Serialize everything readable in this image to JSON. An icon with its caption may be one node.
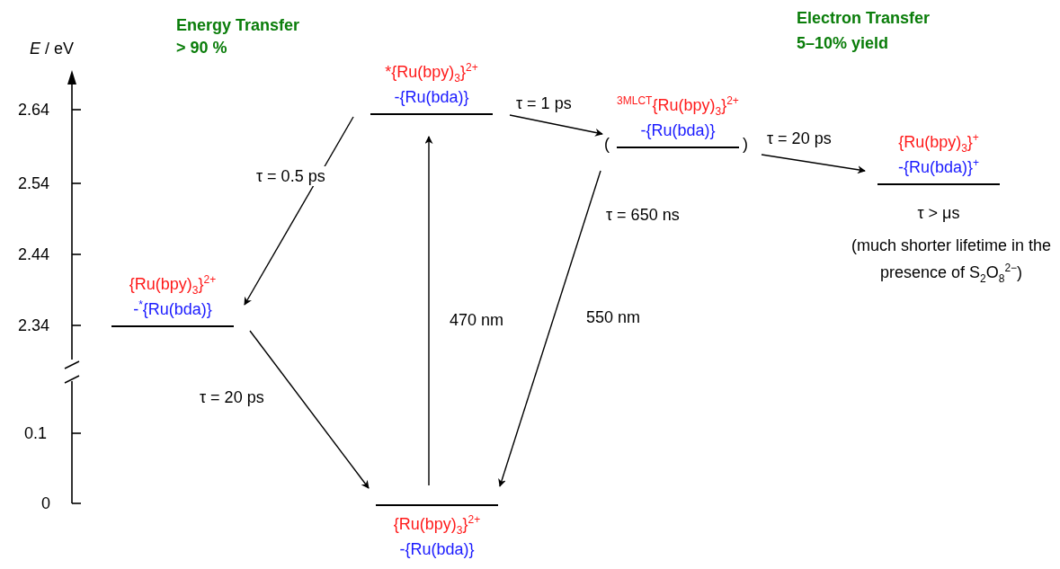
{
  "diagram": {
    "nodes": [
      {
        "text": [
          "*{Ru(bpy)$_{3}$}$^{2+}$",
          "-{Ru(bda)}"
        ]
      },
      {
        "text": [
          "$^{3MLCT}${Ru(bpy)$_{3}$}$^{2+}$",
          "-{Ru(bda)}"
        ],
        "beside": [
          "(",
          ")"
        ]
      },
      {
        "text": [
          "{Ru(bpy)$_{3}$}$^{+}$",
          "-{Ru(bda)}$^{+}$"
        ],
        "beside": [
          "τ > μs",
          "(much shorter lifetime in the presence of S$_{2}$O$_{8}$$^{2−}$)"
        ]
      },
      {
        "text": [
          "{Ru(bpy)$_{3}$}$^{2+}$",
          "-$^{*}${Ru(bda)}"
        ]
      },
      {
        "text": [
          "{Ru(bpy)$_{3}$}$^{2+}$",
          "-{Ru(bda)}"
        ]
      }
    ],
    "edges": [
      {
        "from": 0,
        "to": 3,
        "arrow": "to",
        "label": "τ = 0.5 ps"
      },
      {
        "from": 3,
        "to": 4,
        "arrow": "to",
        "label": "τ = 20 ps"
      },
      {
        "from": 4,
        "to": 0,
        "arrow": "to",
        "label": "470 nm"
      },
      {
        "from": 0,
        "to": 1,
        "arrow": "to",
        "label": "τ = 1 ps"
      },
      {
        "from": 1,
        "to": 4,
        "arrow": "to",
        "label": "550 nm"
      },
      {
        "from": 1,
        "to": 2,
        "arrow": "to",
        "label": "τ = 20 ps"
      }
    ],
    "labels": [
      "*E* / eV",
      "Energy Transfer",
      "> 90 %",
      "Electron Transfer",
      "5–10% yield",
      "2.64",
      "2.54",
      "2.44",
      "2.34",
      "0.1",
      "0",
      "τ = 650 ns"
    ]
  }
}
